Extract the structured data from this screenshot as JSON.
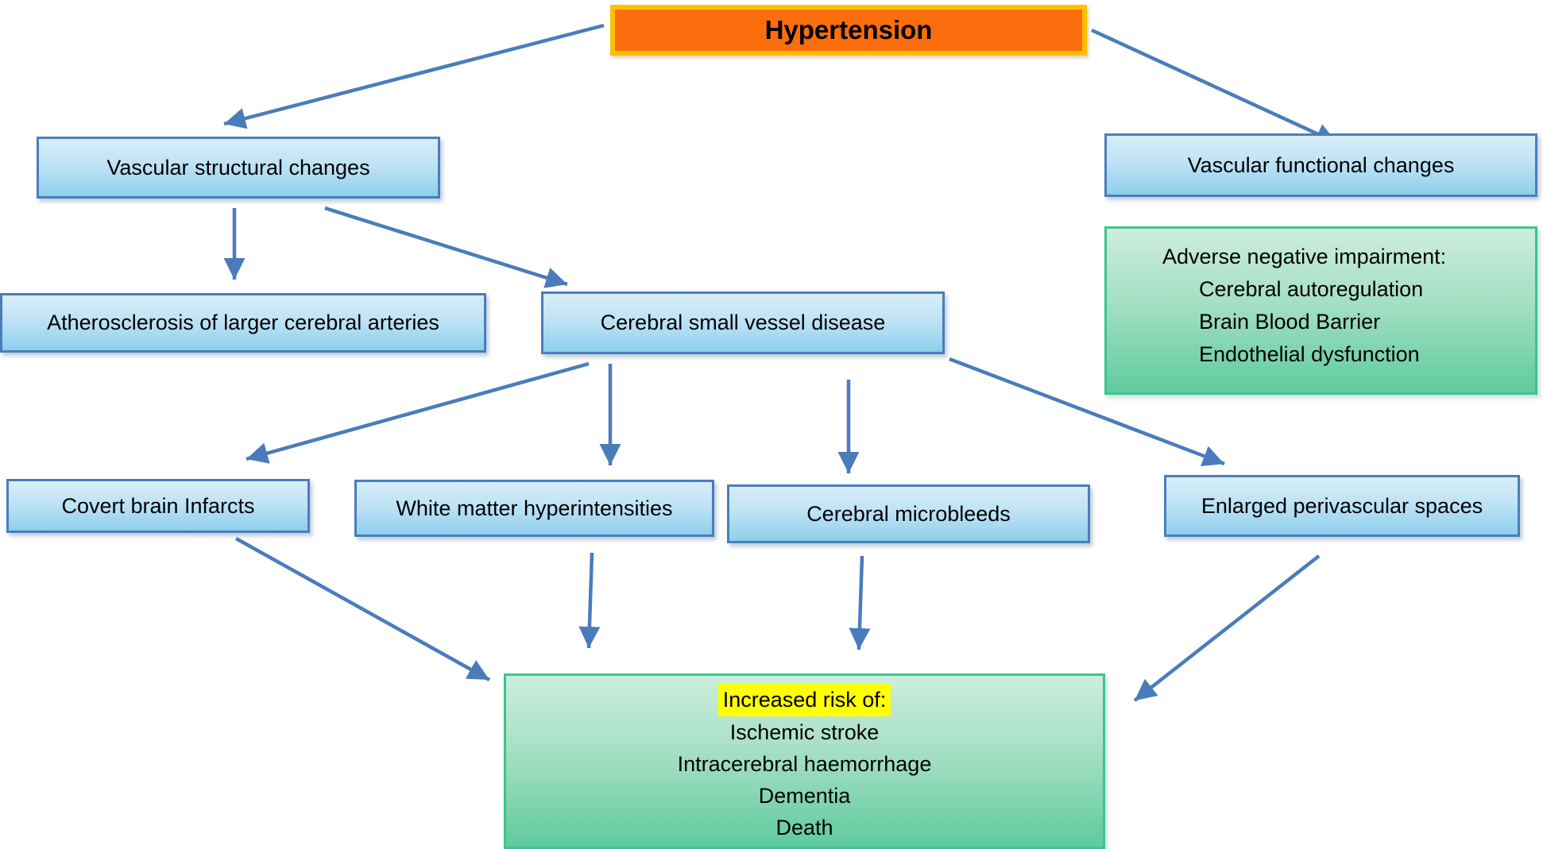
{
  "diagram_title": "Hypertension cerebrovascular consequences flowchart",
  "colors": {
    "background": "#ffffff",
    "hypertension_fill": "#fb6d0d",
    "hypertension_border": "#ffc000",
    "blue_box_fill_top": "#d8edf9",
    "blue_box_fill_bottom": "#8ecfec",
    "blue_box_border": "#4a7ebb",
    "green_box_fill_top": "#cdeedd",
    "green_box_fill_bottom": "#5fcb9e",
    "green_box_border": "#3bc492",
    "arrow": "#4a7cbb",
    "risk_title_highlight": "#ffff00",
    "text": "#000000"
  },
  "nodes": {
    "hypertension": {
      "label": "Hypertension"
    },
    "vascular_structural": {
      "label": "Vascular structural changes"
    },
    "vascular_functional": {
      "label": "Vascular functional changes"
    },
    "atherosclerosis": {
      "label": "Atherosclerosis of larger cerebral arteries"
    },
    "small_vessel_disease": {
      "label": "Cerebral small vessel disease"
    },
    "adverse_impairment": {
      "title": "Adverse negative impairment:",
      "items": [
        "Cerebral autoregulation",
        "Brain Blood Barrier",
        "Endothelial dysfunction"
      ]
    },
    "covert_infarcts": {
      "label": "Covert brain Infarcts"
    },
    "white_matter": {
      "label": "White matter hyperintensities"
    },
    "microbleeds": {
      "label": "Cerebral microbleeds"
    },
    "perivascular_spaces": {
      "label": "Enlarged perivascular spaces"
    },
    "increased_risk": {
      "title": "Increased risk of:",
      "items": [
        "Ischemic stroke",
        "Intracerebral haemorrhage",
        "Dementia",
        "Death"
      ]
    }
  },
  "arrows": [
    {
      "from": "hypertension",
      "to": "vascular_structural"
    },
    {
      "from": "hypertension",
      "to": "vascular_functional"
    },
    {
      "from": "vascular_structural",
      "to": "atherosclerosis"
    },
    {
      "from": "vascular_structural",
      "to": "small_vessel_disease"
    },
    {
      "from": "small_vessel_disease",
      "to": "covert_infarcts"
    },
    {
      "from": "small_vessel_disease",
      "to": "white_matter"
    },
    {
      "from": "small_vessel_disease",
      "to": "microbleeds"
    },
    {
      "from": "small_vessel_disease",
      "to": "perivascular_spaces"
    },
    {
      "from": "covert_infarcts",
      "to": "increased_risk"
    },
    {
      "from": "white_matter",
      "to": "increased_risk"
    },
    {
      "from": "microbleeds",
      "to": "increased_risk"
    },
    {
      "from": "perivascular_spaces",
      "to": "increased_risk"
    }
  ]
}
